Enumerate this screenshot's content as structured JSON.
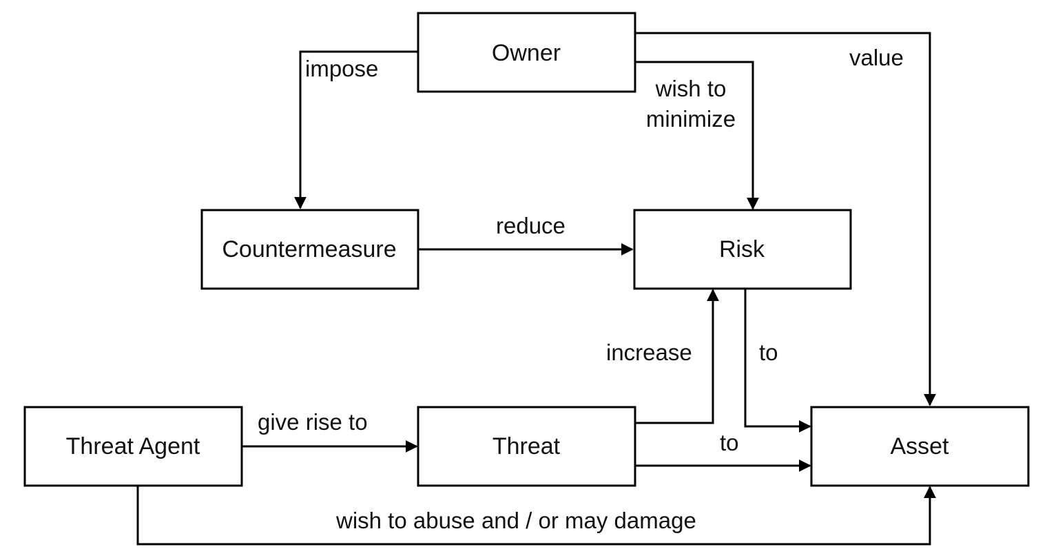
{
  "diagram": {
    "nodes": {
      "owner": "Owner",
      "countermeasure": "Countermeasure",
      "risk": "Risk",
      "threat_agent": "Threat Agent",
      "threat": "Threat",
      "asset": "Asset"
    },
    "edges": {
      "impose": "impose",
      "value": "value",
      "wish_to_minimize_1": "wish to",
      "wish_to_minimize_2": "minimize",
      "reduce": "reduce",
      "increase": "increase",
      "risk_to_asset": "to",
      "give_rise_to": "give rise to",
      "threat_to_asset": "to",
      "wish_to_abuse": "wish to abuse and / or may damage"
    }
  }
}
